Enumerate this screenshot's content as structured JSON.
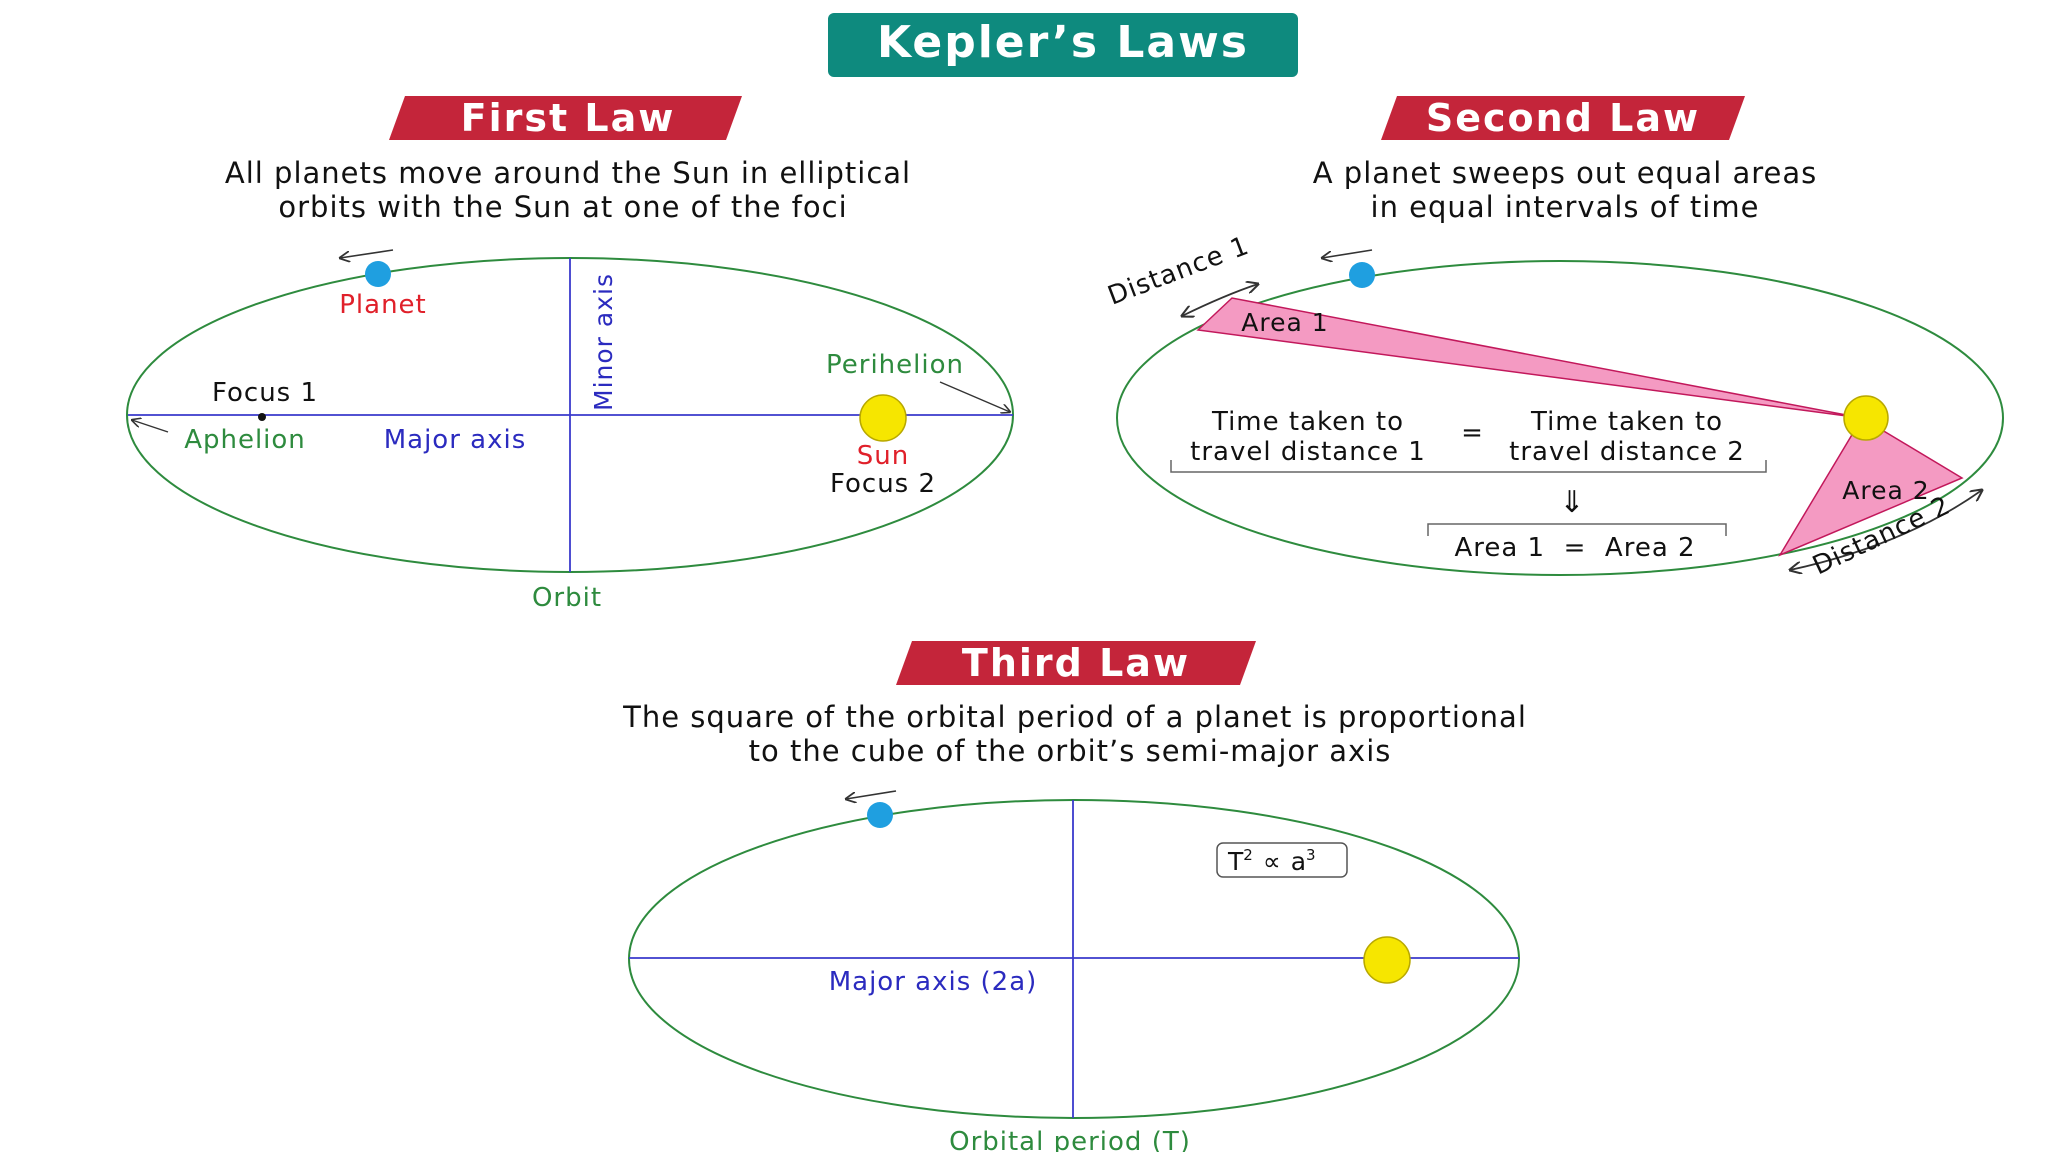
{
  "title": "Kepler’s Laws",
  "colors": {
    "title_bg": "#0e8a7e",
    "banner_bg": "#c4253a",
    "orbit": "#2e8b3e",
    "axis": "#3a3acc",
    "planet": "#1f9fe0",
    "sun": "#f6e600",
    "sun_stroke": "#b8a800",
    "area_fill": "#f49ac2",
    "area_stroke": "#c2185b",
    "red_label": "#e0202a",
    "green_label": "#2e8b3e",
    "blue_label": "#2b2bbf",
    "text": "#111111"
  },
  "first_law": {
    "banner": "First Law",
    "description": [
      "All planets move around the Sun in elliptical",
      "orbits with the Sun at one of the foci"
    ],
    "labels": {
      "planet": "Planet",
      "minor_axis": "Minor axis",
      "perihelion": "Perihelion",
      "focus1": "Focus 1",
      "aphelion": "Aphelion",
      "major_axis": "Major axis",
      "sun": "Sun",
      "focus2": "Focus 2",
      "orbit": "Orbit"
    }
  },
  "second_law": {
    "banner": "Second Law",
    "description": [
      "A planet sweeps out equal areas",
      "in equal intervals of time"
    ],
    "labels": {
      "distance1": "Distance 1",
      "area1": "Area 1",
      "time1": [
        "Time taken to",
        "travel distance 1"
      ],
      "equals": "=",
      "time2": [
        "Time taken to",
        "travel distance 2"
      ],
      "implies": "⇓",
      "area_eq": "Area 1  =  Area 2",
      "area2": "Area 2",
      "distance2": "Distance 2"
    }
  },
  "third_law": {
    "banner": "Third Law",
    "description": [
      "The square of the orbital period of a planet is proportional",
      "to the cube of the orbit’s semi-major axis"
    ],
    "labels": {
      "formula_t": "T",
      "formula_sup1": "2",
      "formula_prop": "∝",
      "formula_a": "a",
      "formula_sup2": "3",
      "major_axis": "Major axis (2a)",
      "orbital_period": "Orbital period (T)"
    }
  }
}
